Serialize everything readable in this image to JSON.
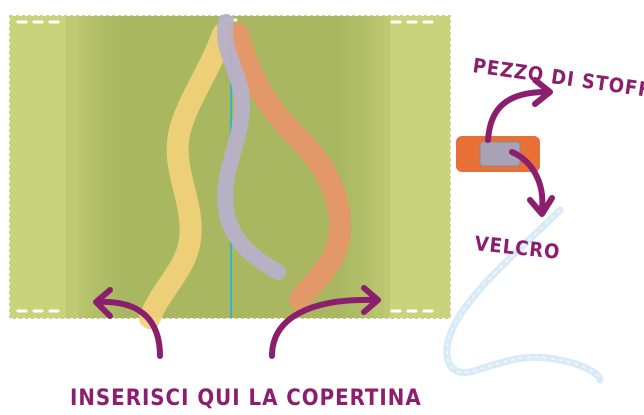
{
  "labels": {
    "fabric_piece": "PEZZO DI STOFFA",
    "velcro": "VELCRO",
    "insert_cover": "INSERISCI QUI LA COPERTINA"
  },
  "colors": {
    "fabric": "#c9d37c",
    "fabric_center": "#a9b861",
    "fabric_fold": "#b9c56f",
    "tab_orange": "#e86f36",
    "velcro_gray": "#a8a2b4",
    "ribbon_yellow": "#f3d27a",
    "ribbon_lilac": "#b8b0c9",
    "ribbon_orange": "#e8956a",
    "spine_line": "#3bb4c1",
    "arrow_purple": "#8b1f6e",
    "cord": "#d7eaf7"
  }
}
